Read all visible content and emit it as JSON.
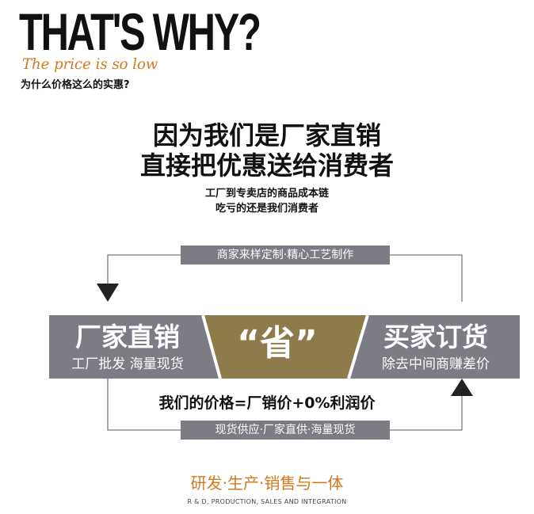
{
  "header": {
    "title": "THAT'S WHY?",
    "tagline": "The price is so low",
    "question": "为什么价格这么的实惠?"
  },
  "slogan": {
    "line1": "因为我们是厂家直销",
    "line2": "直接把优惠送给消费者"
  },
  "subtext": {
    "line1": "工厂到专卖店的商品成本链",
    "line2": "吃亏的还是我们消费者"
  },
  "flow": {
    "top_label": "商家来样定制·精心工艺制作",
    "left_title": "厂家直销",
    "left_sub": "工厂批发 海量现货",
    "center_title": "“省”",
    "right_title": "买家订货",
    "right_sub": "除去中间商赚差价",
    "price_formula": "我们的价格=厂销价+0%利润价",
    "bottom_label": "现货供应·厂家直供·海量现货",
    "colors": {
      "box": "#7b7c84",
      "center": "#8d7b4c",
      "accent": "#d4781f"
    }
  },
  "footer": {
    "cn": "研发·生产·销售与一体",
    "en": "R & D, PRODUCTION, SALES AND INTEGRATION"
  }
}
